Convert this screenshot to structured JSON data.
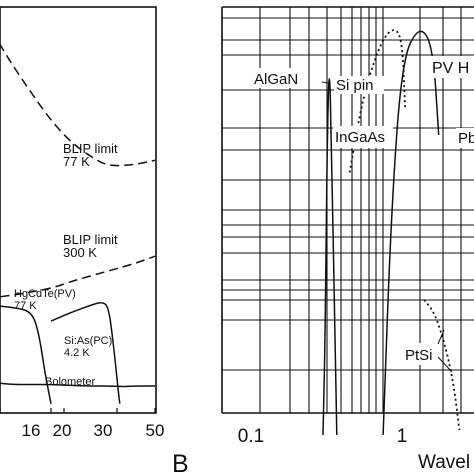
{
  "chart_data": [
    {
      "type": "line",
      "panel": "left",
      "x_ticks": [
        "16",
        "20",
        "30",
        "50"
      ],
      "annotations": [
        {
          "id": "blip77",
          "lines": [
            "BLIP limit",
            "77 K"
          ]
        },
        {
          "id": "blip300",
          "lines": [
            "BLIP limit",
            "300 K"
          ]
        },
        {
          "id": "hgcdte",
          "lines": [
            "HgCdTe(PV)",
            "77 K"
          ]
        },
        {
          "id": "sias",
          "lines": [
            "Si:As(PC)",
            "4.2 K"
          ]
        },
        {
          "id": "bolometer",
          "lines": [
            "Bolometer"
          ]
        }
      ],
      "series": [
        {
          "name": "BLIP limit 77 K",
          "style": "dashed",
          "x": [
            5.5,
            8,
            10,
            13,
            16,
            20,
            25,
            30,
            40,
            50
          ],
          "y": [
            6.0,
            4.3,
            3.1,
            1.9,
            1.0,
            0.25,
            -0.25,
            -0.55,
            -0.5,
            -0.35
          ]
        },
        {
          "name": "BLIP limit 300 K",
          "style": "dashed",
          "x": [
            5,
            10,
            16,
            20,
            30,
            40,
            50
          ],
          "y": [
            -5.2,
            -4.95,
            -4.7,
            -4.45,
            -4.1,
            -3.85,
            -3.6
          ]
        },
        {
          "name": "HgCdTe(PV) 77 K",
          "style": "solid",
          "x": [
            5,
            8,
            11,
            13,
            14,
            15,
            16
          ],
          "y": [
            -5.3,
            -5.25,
            -5.35,
            -5.5,
            -6.2,
            -7.6,
            -8.6
          ]
        },
        {
          "name": "Si:As(PC) 4.2 K",
          "style": "solid",
          "x": [
            16,
            20,
            25,
            28,
            30,
            31.5,
            33,
            34
          ],
          "y": [
            -5.8,
            -5.5,
            -5.25,
            -5.15,
            -5.3,
            -6.4,
            -7.8,
            -8.6
          ]
        },
        {
          "name": "Bolometer",
          "style": "solid",
          "x": [
            5,
            8,
            10,
            13,
            16,
            20,
            25,
            30,
            35,
            40,
            50
          ],
          "y": [
            -7.7,
            -7.85,
            -7.95,
            -7.95,
            -7.95,
            -7.98,
            -8.0,
            -8.0,
            -8.02,
            -8.0,
            -8.0
          ]
        }
      ]
    },
    {
      "type": "line",
      "panel": "right",
      "panel_letter": "B",
      "xlabel": "Wavel",
      "x_scale": "log",
      "x_ticks": [
        "0.1",
        "1"
      ],
      "annotations": [
        {
          "id": "algan",
          "lines": [
            "AlGaN"
          ]
        },
        {
          "id": "sipin",
          "lines": [
            "Si pin"
          ]
        },
        {
          "id": "ingaas",
          "lines": [
            "InGaAs"
          ]
        },
        {
          "id": "pv",
          "lines": [
            "PV H"
          ]
        },
        {
          "id": "pb",
          "lines": [
            "Pb:"
          ]
        },
        {
          "id": "ptsi",
          "lines": [
            "PtSi"
          ]
        }
      ],
      "series": [
        {
          "name": "AlGaN",
          "style": "solid",
          "x": [
            0.3,
            0.31,
            0.32,
            0.33,
            0.34,
            0.36,
            0.37
          ],
          "y": [
            -9.0,
            -5.0,
            3.0,
            6.0,
            3.0,
            -5.0,
            -9.0
          ]
        },
        {
          "name": "Si pin",
          "style": "dotted",
          "x": [
            0.45,
            0.55,
            0.7,
            0.85,
            1.0,
            1.05
          ],
          "y": [
            1.5,
            4.5,
            6.5,
            7.3,
            7.0,
            4.0
          ]
        },
        {
          "name": "InGaAs",
          "style": "solid",
          "x": [
            0.75,
            0.85,
            1.0,
            1.3,
            1.6,
            1.75
          ],
          "y": [
            -9.0,
            0.0,
            6.0,
            7.4,
            6.6,
            3.0
          ]
        },
        {
          "name": "PtSi",
          "style": "dotted",
          "x": [
            1.4,
            1.6,
            1.8,
            2.0,
            2.2,
            2.4
          ],
          "y": [
            -3.6,
            -4.0,
            -4.8,
            -5.8,
            -7.0,
            -8.8
          ]
        }
      ]
    }
  ]
}
